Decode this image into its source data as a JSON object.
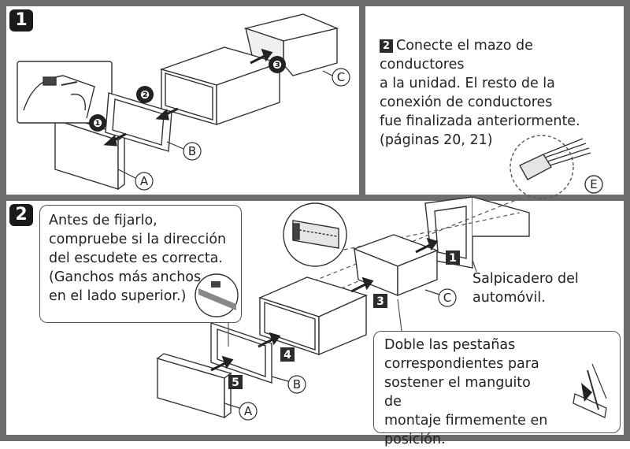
{
  "step1": {
    "badge": "1",
    "markers": [
      "❶",
      "❷",
      "❸"
    ],
    "parts": [
      "A",
      "B",
      "C"
    ]
  },
  "panel_right": {
    "num": "2",
    "text": "Conecte el mazo de conductores\na la unidad. El resto de la\nconexión de conductores\nfue finalizada anteriormente.\n(páginas 20, 21)",
    "part": "E"
  },
  "step2": {
    "badge": "2",
    "callout_hooks": "Antes de fijarlo,\ncompruebe si la dirección\ndel escudete es correcta.\n(Ganchos más anchos\nen el lado superior.)",
    "dashboard_label": "Salpicadero del\nautomóvil.",
    "callout_tabs": "Doble las pestañas\ncorrespondientes para\nsostener el manguito de\nmontaje firmemente en\nposición.",
    "markers": [
      "1",
      "3",
      "4",
      "5"
    ],
    "parts": [
      "A",
      "B",
      "C"
    ]
  }
}
